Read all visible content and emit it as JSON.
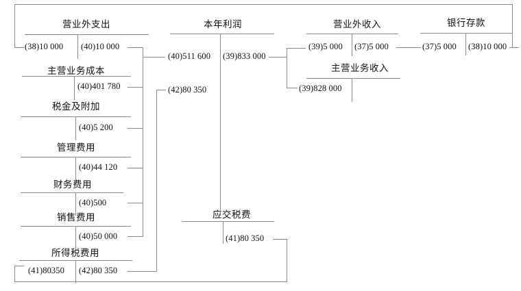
{
  "diagram": {
    "type": "t-account-ledger",
    "title": "",
    "accounts": [
      {
        "id": "non-operating-expense",
        "name": "营业外支出",
        "debits": [
          {
            "ref": "(38)",
            "amount": "10 000",
            "text": "(38)10 000"
          }
        ],
        "credits": [
          {
            "ref": "(40)",
            "amount": "10 000",
            "text": "(40)10 000"
          }
        ]
      },
      {
        "id": "main-business-cost",
        "name": "主营业务成本",
        "debits": [],
        "credits": [
          {
            "ref": "(40)",
            "amount": "401 780",
            "text": "(40)401 780"
          }
        ]
      },
      {
        "id": "taxes-and-surcharges",
        "name": "税金及附加",
        "debits": [],
        "credits": [
          {
            "ref": "(40)",
            "amount": "5 200",
            "text": "(40)5 200"
          }
        ]
      },
      {
        "id": "admin-expense",
        "name": "管理费用",
        "debits": [],
        "credits": [
          {
            "ref": "(40)",
            "amount": "44 120",
            "text": "(40)44 120"
          }
        ]
      },
      {
        "id": "finance-expense",
        "name": "财务费用",
        "debits": [],
        "credits": [
          {
            "ref": "(40)",
            "amount": "500",
            "text": "(40)500"
          }
        ]
      },
      {
        "id": "selling-expense",
        "name": "销售费用",
        "debits": [],
        "credits": [
          {
            "ref": "(40)",
            "amount": "50 000",
            "text": "(40)50 000"
          }
        ]
      },
      {
        "id": "income-tax-expense",
        "name": "所得税费用",
        "debits": [
          {
            "ref": "(41)",
            "amount": "80350",
            "text": "(41)80350"
          }
        ],
        "credits": [
          {
            "ref": "(42)",
            "amount": "80 350",
            "text": "(42)80 350"
          }
        ]
      },
      {
        "id": "current-year-profit",
        "name": "本年利润",
        "debits": [
          {
            "ref": "(40)",
            "amount": "511 600",
            "text": "(40)511 600"
          },
          {
            "ref": "(42)",
            "amount": "80 350",
            "text": "(42)80 350"
          }
        ],
        "credits": [
          {
            "ref": "(39)",
            "amount": "833 000",
            "text": "(39)833 000"
          }
        ]
      },
      {
        "id": "taxes-payable",
        "name": "应交税费",
        "debits": [],
        "credits": [
          {
            "ref": "(41)",
            "amount": "80 350",
            "text": "(41)80 350"
          }
        ]
      },
      {
        "id": "non-operating-income",
        "name": "营业外收入",
        "debits": [
          {
            "ref": "(39)",
            "amount": "5 000",
            "text": "(39)5 000"
          }
        ],
        "credits": [
          {
            "ref": "(37)",
            "amount": "5 000",
            "text": "(37)5 000"
          }
        ]
      },
      {
        "id": "main-business-income",
        "name": "主营业务收入",
        "debits": [],
        "credits": [
          {
            "ref": "(39)",
            "amount": "828 000",
            "text": "(39)828 000"
          }
        ]
      },
      {
        "id": "bank-deposit",
        "name": "银行存款",
        "debits": [
          {
            "ref": "(37)",
            "amount": "5 000",
            "text": "(37)5 000"
          }
        ],
        "credits": [
          {
            "ref": "(38)",
            "amount": "10 000",
            "text": "(38)10 000"
          }
        ]
      }
    ]
  },
  "colors": {
    "line": "#8a8a8a",
    "text": "#111111",
    "background": "#ffffff"
  }
}
